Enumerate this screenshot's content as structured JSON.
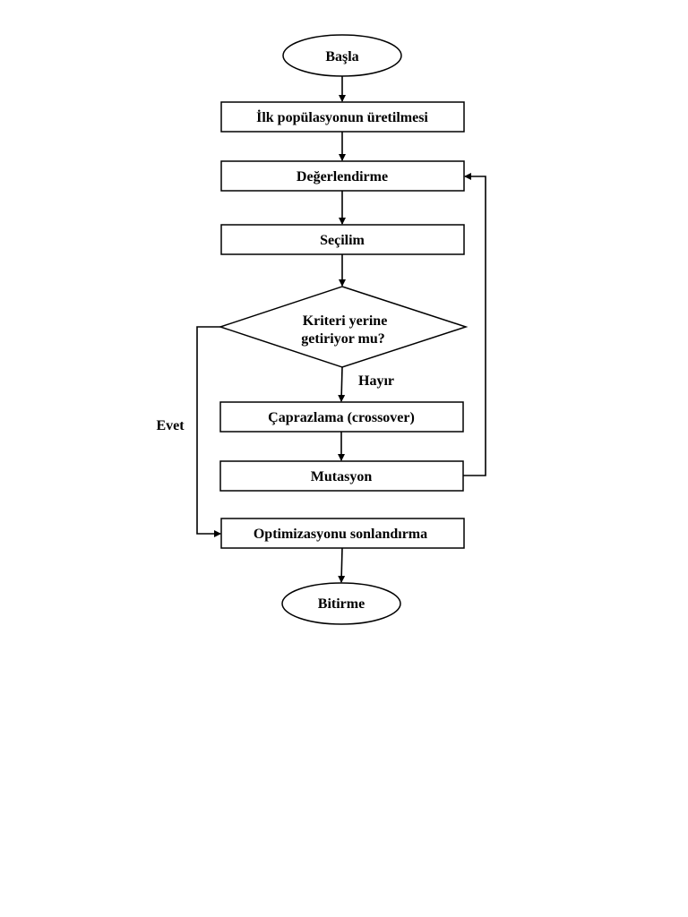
{
  "flowchart": {
    "nodes": {
      "start": "Başla",
      "init_population": "İlk popülasyonun üretilmesi",
      "evaluation": "Değerlendirme",
      "selection": "Seçilim",
      "criteria_line1": "Kriteri yerine",
      "criteria_line2": "getiriyor mu?",
      "crossover": "Çaprazlama (crossover)",
      "mutation": "Mutasyon",
      "end_optimization": "Optimizasyonu sonlandırma",
      "finish": "Bitirme"
    },
    "edge_labels": {
      "no": "Hayır",
      "yes": "Evet"
    }
  }
}
